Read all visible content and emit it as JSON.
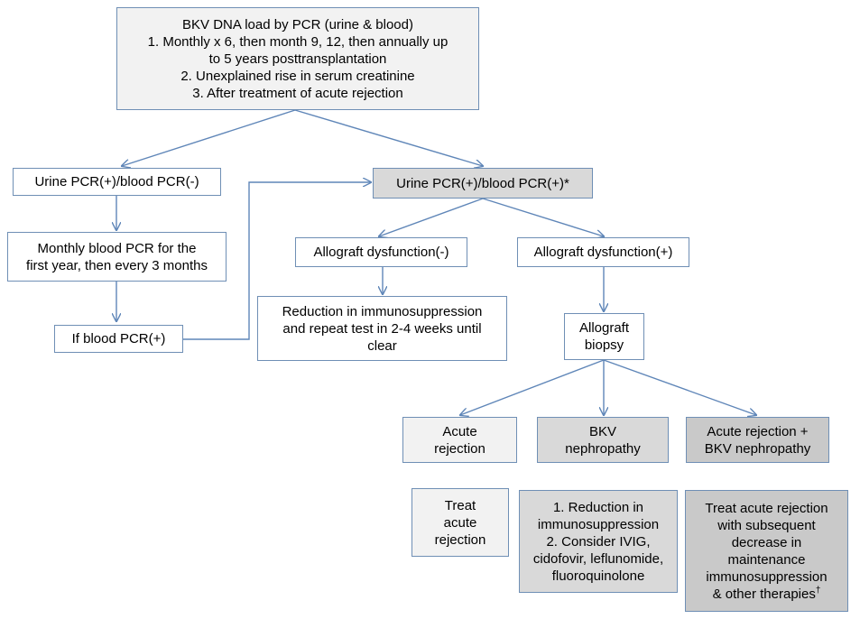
{
  "top": {
    "lines": [
      "BKV DNA load by PCR (urine & blood)",
      "1. Monthly x 6, then month 9, 12, then annually up",
      "to 5 years posttransplantation",
      "2. Unexplained rise in serum creatinine",
      "3. After treatment of acute rejection"
    ]
  },
  "left_branch": {
    "urine_pos_blood_neg": "Urine PCR(+)/blood PCR(-)",
    "monthly_lines": [
      "Monthly blood PCR for the",
      "first year, then every 3 months"
    ],
    "if_blood_pos": "If blood PCR(+)"
  },
  "right_branch": {
    "urine_pos_blood_pos": "Urine PCR(+)/blood PCR(+)*",
    "dysfunction_neg": "Allograft dysfunction(-)",
    "dysfunction_pos": "Allograft dysfunction(+)",
    "reduction_lines": [
      "Reduction in immunosuppression",
      "and repeat test in 2-4 weeks until",
      "clear"
    ],
    "biopsy_lines": [
      "Allograft",
      "biopsy"
    ]
  },
  "outcomes": {
    "acute_rejection_lines": [
      "Acute",
      "rejection"
    ],
    "bkv_nephropathy_lines": [
      "BKV",
      "nephropathy"
    ],
    "combined_lines": [
      "Acute rejection +",
      "BKV nephropathy"
    ]
  },
  "treatments": {
    "treat_acute_lines": [
      "Treat",
      "acute",
      "rejection"
    ],
    "bkv_treatment_lines": [
      "1. Reduction in",
      "immunosuppression",
      "2. Consider IVIG,",
      "cidofovir, leflunomide,",
      "fluoroquinolone"
    ],
    "combined_treatment_lines": [
      "Treat acute rejection",
      "with subsequent",
      "decrease in",
      "maintenance",
      "immunosuppression"
    ],
    "combined_treatment_last": "& other therapies",
    "combined_treatment_mark": "†"
  },
  "colors": {
    "border": "#6f8fb5",
    "arrow": "#5f86b8",
    "light_fill": "#f2f2f2",
    "gray_fill": "#d9d9d9",
    "dark_gray_fill": "#c9c9c9"
  }
}
